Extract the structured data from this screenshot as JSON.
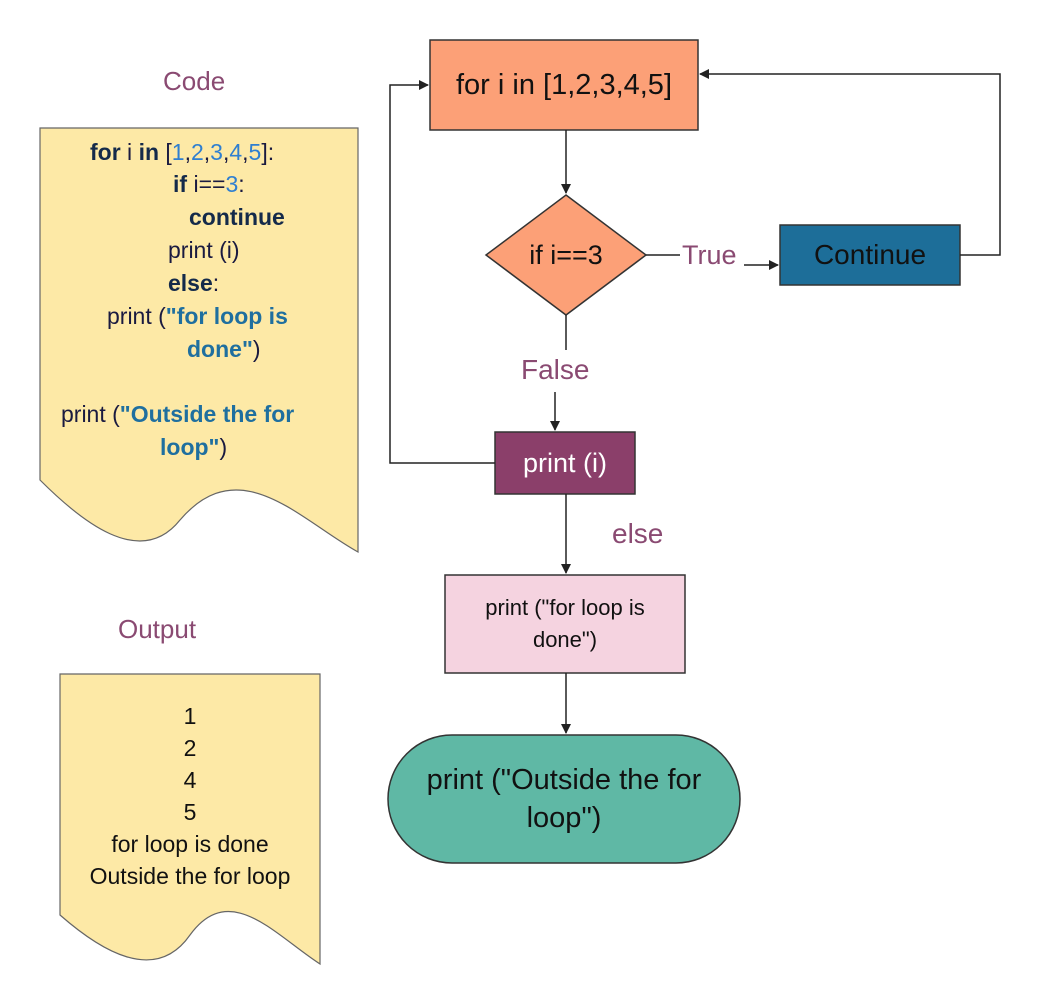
{
  "labels": {
    "code": "Code",
    "output": "Output",
    "true": "True",
    "false": "False",
    "else": "else"
  },
  "code": {
    "l1_kw_for": "for",
    "l1_var": " i ",
    "l1_kw_in": "in",
    "l1_open": " [",
    "l1_n1": "1",
    "l1_n2": "2",
    "l1_n3": "3",
    "l1_n4": "4",
    "l1_n5": "5",
    "l1_close": "]:",
    "l2_kw": "if",
    "l2_var": " i==",
    "l2_num": "3",
    "l2_colon": ":",
    "l3_kw": "continue",
    "l4": "print (i)",
    "l5_kw": "else",
    "l5_colon": ":",
    "l6_pre": "print (",
    "l6_str": "\"for loop is",
    "l7_str": "done\"",
    "l7_post": ")",
    "l8_pre": "print (",
    "l8_str": "\"Outside the for",
    "l9_str": "loop\"",
    "l9_post": ")"
  },
  "output_lines": [
    "1",
    "2",
    "4",
    "5",
    "for loop is done",
    "Outside the for loop"
  ],
  "nodes": {
    "for_loop": "for i in [1,2,3,4,5]",
    "condition": "if i==3",
    "continue": "Continue",
    "print_i": "print (i)",
    "print_done_1": "print (\"for loop is",
    "print_done_2": "done\")",
    "print_outside_1": "print (\"Outside the for",
    "print_outside_2": "loop\")"
  },
  "colors": {
    "doc_fill": "#fde9a6",
    "for_fill": "#fca077",
    "decision_fill": "#fca077",
    "continue_fill": "#1d6e99",
    "print_i_fill": "#8b3f6a",
    "done_fill": "#f5d3e0",
    "terminal_fill": "#5fb8a5",
    "label_purple": "#8a4a72",
    "line": "#222222"
  }
}
